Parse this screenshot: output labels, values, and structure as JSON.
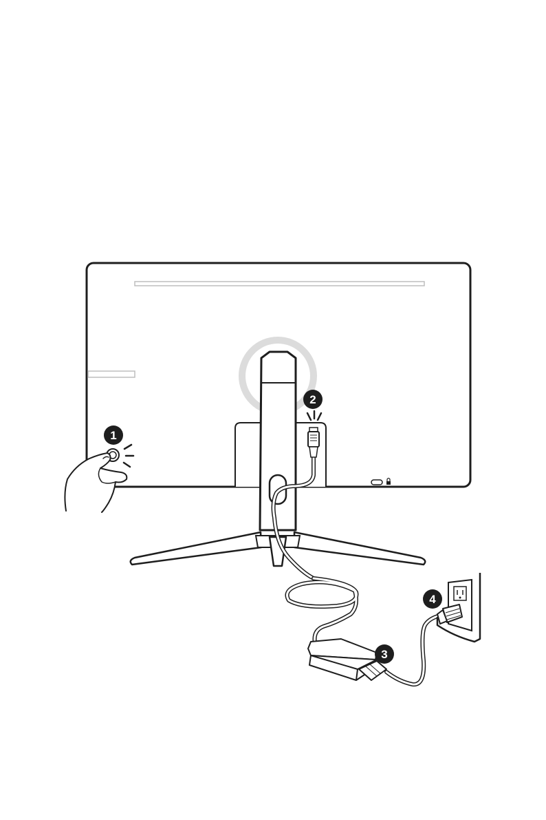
{
  "diagram": {
    "steps": [
      {
        "id": "step-1",
        "label": "1"
      },
      {
        "id": "step-2",
        "label": "2"
      },
      {
        "id": "step-3",
        "label": "3"
      },
      {
        "id": "step-4",
        "label": "4"
      }
    ],
    "colors": {
      "line": "#1e1e1e",
      "fill": "#ffffff",
      "detail": "#cfcfcf"
    },
    "icons": [
      "monitor-back",
      "power-button-press",
      "dc-plug",
      "power-adapter",
      "ac-plug",
      "wall-outlet",
      "hand"
    ]
  }
}
